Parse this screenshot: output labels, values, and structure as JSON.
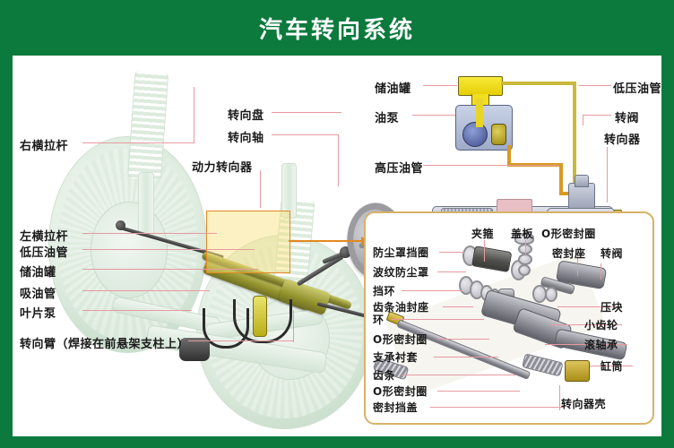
{
  "header": {
    "title": "汽车转向系统"
  },
  "theme": {
    "green": "#0b7a3c",
    "leader": "#e79aa0",
    "highlight_border": "#e2891f",
    "detail_border": "#d8b268",
    "reservoir_yellow": "#f2dd20",
    "low_pressure_pipe": "#c9b93a",
    "high_pressure_pipe": "#d79a23"
  },
  "main_diagram": {
    "labels": {
      "right_tie_rod": "右横拉杆",
      "steering_wheel": "转向盘",
      "steering_shaft": "转向轴",
      "power_steering_gear": "动力转向器",
      "left_tie_rod": "左横拉杆",
      "low_pressure_hose": "低压油管",
      "reservoir": "储油罐",
      "suction_hose": "吸油管",
      "vane_pump": "叶片泵",
      "steering_arm": "转向臂（焊接在前悬架支柱上）"
    }
  },
  "hydraulic_schematic": {
    "labels": {
      "reservoir": "储油罐",
      "oil_pump": "油泵",
      "high_pressure_hose": "高压油管",
      "low_pressure_hose": "低压油管",
      "rotary_valve": "转阀",
      "steering_gear": "转向器"
    }
  },
  "detail_box": {
    "left_labels": [
      "防尘罩挡圈",
      "波纹防尘罩",
      "挡环",
      "齿条油封座",
      "环",
      "O形密封圈",
      "支承衬套",
      "齿条",
      "O形密封圈",
      "密封挡盖"
    ],
    "top_labels": [
      "夹箍",
      "盖板",
      "O形密封圈",
      "密封座",
      "转阀"
    ],
    "right_labels": [
      "压块",
      "小齿轮",
      "滚轴承",
      "缸筒"
    ],
    "bottom_labels": [
      "转向器壳"
    ]
  }
}
